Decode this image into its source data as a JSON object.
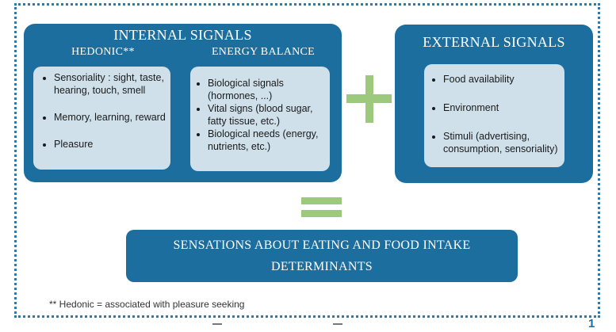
{
  "internal": {
    "title": "INTERNAL SIGNALS",
    "hedonic": {
      "heading": "HEDONIC**",
      "items": [
        "Sensoriality : sight, taste, hearing, touch, smell",
        "Memory, learning, reward",
        "Pleasure"
      ]
    },
    "energy": {
      "heading": "ENERGY BALANCE",
      "items": [
        "Biological signals (hormones, ...)",
        "Vital signs (blood sugar, fatty tissue, etc.)",
        "Biological needs (energy, nutrients, etc.)"
      ]
    }
  },
  "external": {
    "title": "EXTERNAL SIGNALS",
    "items": [
      "Food availability",
      "Environment",
      "Stimuli (advertising, consumption, sensoriality)"
    ]
  },
  "result": {
    "line1": "SENSATIONS ABOUT EATING AND FOOD INTAKE",
    "line2": "DETERMINANTS"
  },
  "footnote": "** Hedonic = associated with pleasure seeking",
  "page_number": "1",
  "colors": {
    "box": "#1b6e9e",
    "panel": "#cfe0ea",
    "operator": "#9cc97b",
    "border": "#2f7aab"
  }
}
